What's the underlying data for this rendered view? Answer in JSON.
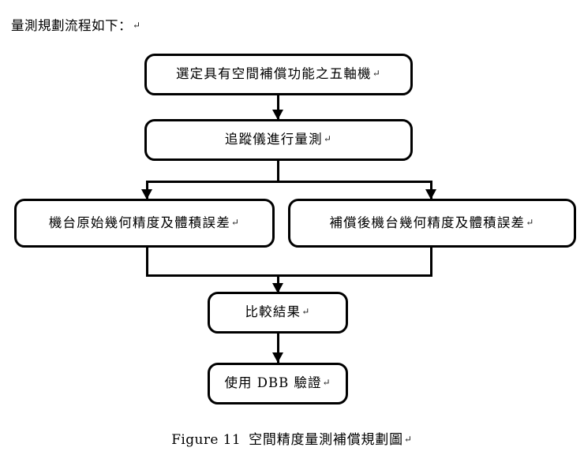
{
  "page": {
    "background_color": "#ffffff",
    "text_color": "#000000",
    "intro_text": "量測規劃流程如下：",
    "pilcrow_glyph": "↵"
  },
  "flowchart": {
    "border_color": "#000000",
    "connector_color": "#000000",
    "nodes": [
      {
        "id": "select-machine",
        "label": "選定具有空間補償功能之五軸機"
      },
      {
        "id": "tracker-measure",
        "label": "追蹤儀進行量測"
      },
      {
        "id": "original-accuracy",
        "label": "機台原始幾何精度及體積誤差"
      },
      {
        "id": "compensated-accuracy",
        "label": "補償後機台幾何精度及體積誤差"
      },
      {
        "id": "compare-results",
        "label": "比較結果"
      },
      {
        "id": "dbb-verify",
        "label": "使用 DBB 驗證"
      }
    ]
  },
  "caption": {
    "figure_number": "Figure 11",
    "figure_title": "空間精度量測補償規劃圖"
  }
}
